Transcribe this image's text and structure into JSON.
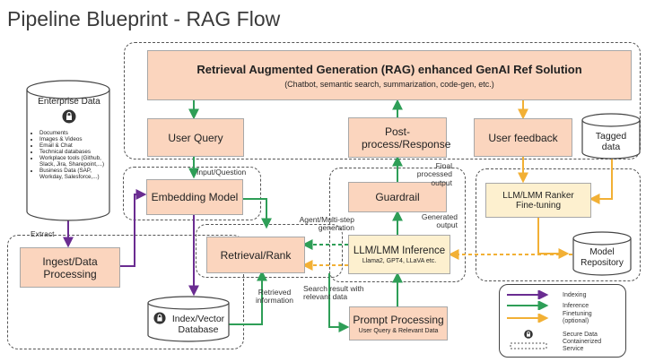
{
  "title": "Pipeline Blueprint - RAG Flow",
  "rag": {
    "title": "Retrieval Augmented Generation (RAG) enhanced GenAI Ref Solution",
    "subtitle": "(Chatbot, semantic search, summarization, code-gen, etc.)"
  },
  "boxes": {
    "user_query": "User Query",
    "post_process": "Post-process/Response",
    "user_feedback": "User feedback",
    "embedding_model": "Embedding Model",
    "guardrail": "Guardrail",
    "retrieval_rank": "Retrieval/Rank",
    "llm_inference": "LLM/LMM Inference",
    "llm_inference_sub": "Llama2, GPT4, LLaVA etc.",
    "ingest": "Ingest/Data Processing",
    "prompt": "Prompt Processing",
    "prompt_sub": "User Query & Relevant Data",
    "ranker": "LLM/LMM Ranker Fine-tuning"
  },
  "databases": {
    "tagged": "Tagged data",
    "index": "Index/Vector Database",
    "model_repo": "Model Repository"
  },
  "enterprise": {
    "title": "Enterprise Data",
    "items": [
      "Documents",
      "Images & Videos",
      "Email & Chat",
      "Technical databases",
      "Workplace tools (Github, Slack, Jira, Sharepoint,...)",
      "Business Data (SAP, Workday, Salesforce,...)"
    ]
  },
  "labels": {
    "extract": "Extract",
    "input_question": "Input/Question",
    "final_output": "Final processed output",
    "generated_output": "Generated output",
    "agent": "Agent/Multi-step generation",
    "retrieved": "Retrieved information",
    "search_result": "Search result with relevant data"
  },
  "legend": {
    "indexing": "Indexing",
    "inference": "Inference",
    "finetuning": "Finetuning (optional)",
    "secure": "Secure Data",
    "containerized": "Containerized Service"
  },
  "colors": {
    "indexing": "#6a2c91",
    "inference": "#2e9e57",
    "finetuning": "#f2b035",
    "box_fill": "#fbd5be",
    "ranker_fill": "#fdf0cf"
  }
}
